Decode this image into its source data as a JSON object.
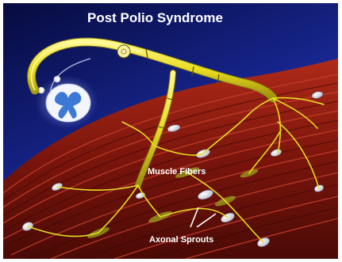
{
  "title": "Post Polio Syndrome",
  "labels": {
    "muscle_fibers": "Muscle Fibers",
    "axonal_sprouts": "Axonal Sprouts"
  },
  "colors": {
    "background_top": "#0a0f5a",
    "background_bottom": "#2a3fb0",
    "muscle": "#8a1a10",
    "muscle_highlight": "#c83a22",
    "nerve": "#e8e02a",
    "nerve_dark": "#a89a10",
    "nucleus": "#f2f2f2",
    "label": "#ffffff"
  },
  "icons": {
    "spinal_cord": "spinal-cord-cross-section-icon",
    "nerve": "nerve-axon-icon"
  }
}
